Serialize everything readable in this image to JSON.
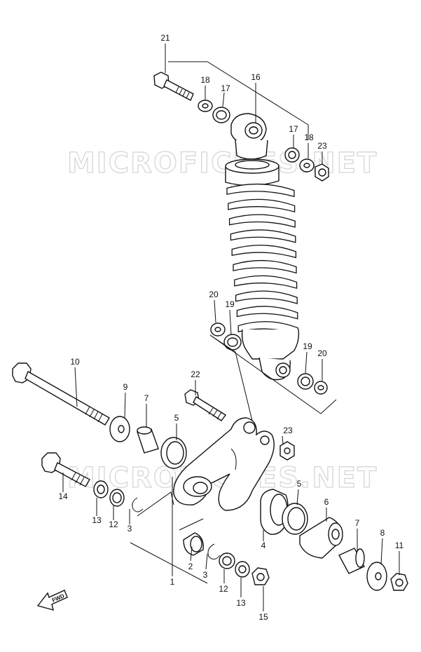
{
  "watermarks": [
    "MICROFICHES.NET",
    "MICROFICHES.NET"
  ],
  "fwd_text": "FWD",
  "callouts": {
    "c21": "21",
    "c18a": "18",
    "c17a": "17",
    "c16": "16",
    "c17b": "17",
    "c18b": "18",
    "c23a": "23",
    "c20a": "20",
    "c19a": "19",
    "c19b": "19",
    "c20b": "20",
    "c10": "10",
    "c9": "9",
    "c7a": "7",
    "c22": "22",
    "c5a": "5",
    "c23b": "23",
    "c14": "14",
    "c13a": "13",
    "c12a": "12",
    "c3a": "3",
    "c5b": "5",
    "c6": "6",
    "c4": "4",
    "c7b": "7",
    "c8": "8",
    "c11": "11",
    "c2": "2",
    "c3b": "3",
    "c1": "1",
    "c12b": "12",
    "c13b": "13",
    "c15": "15"
  }
}
